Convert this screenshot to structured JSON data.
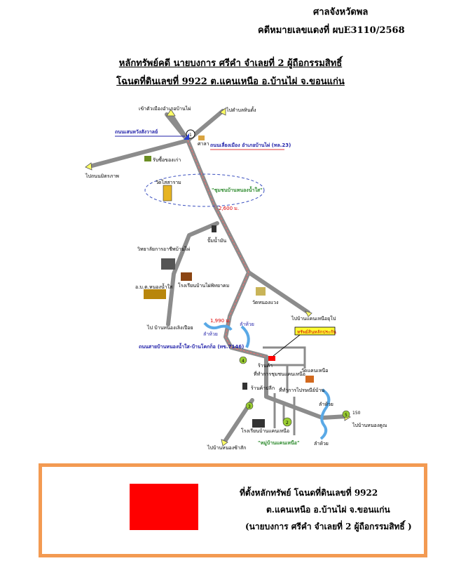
{
  "header": {
    "court": "ศาลจังหวัดพล",
    "case_number": "คดีหมายเลขแดงที่ ผบE3110/2568"
  },
  "title": {
    "line1": "หลักทรัพย์คดี นายบงการ  ศรีคำ จำเลยที่ 2 ผู้ถือกรรมสิทธิ์",
    "line2": "โฉนดที่ดินเลขที่ 9922 ต.แคนเหนือ  อ.บ้านไผ่  จ.ขอนแก่น"
  },
  "map": {
    "labels": {
      "to_city_banphai": "เข้าตัวเมืองอำเภอบ้านไผ่",
      "to_hin_tung": "ไปตำบลหินตั้ง",
      "road_satang": "ถนนเสนหวังสังวาลย์",
      "road_bypass": "ถนนเลี่ยงเมือง อำเภอบ้านไผ่ (ทล.23)",
      "sala": "ศาลา",
      "to_mittraphap": "ไปถนนมิตรภาพ",
      "buy_junk": "รับซื้อของเก่า",
      "wat": "วัดไสสาราม",
      "community_nongnamsai": "\"ชุมชนบ้านหนองน้ำใส\"",
      "distance_1": "2,600 ม.",
      "gas_station": "ปั๊มน้ำมัน",
      "college": "วิทยาลัยการอาชีพบ้านไผ่",
      "school_banphai": "โรงเรียนบ้านไผ่พิทยาคม",
      "sao_nongnamsai": "อ.บ.ต.หนองน้ำใส",
      "to_nong_lerng": "ไป บ้านหนองเลิงเปือย",
      "to_nam_phong": "ไปบ้านแคนเหนือยุโป",
      "temple_2": "วัดหนองแวง",
      "distance_2": "1,990 ม.",
      "stream_1": "ลำห้วย",
      "stream_2": "ลำห้วย",
      "property_callout": "ทรัพย์สินหลักประกัน",
      "road_khon": "ถนนสายบ้านหนองน้ำใส-บ้านโคกก็อ (ทข.7146)",
      "store": "ร้านค้า",
      "community_center": "ที่ทำการชุมชนแคนเหนือ",
      "wat_kaen_nuea": "วัดแคนเหนือ",
      "retail_store": "ร้านค้าปลีก",
      "post": "ที่ทำการไปรษณีย์บ้าน",
      "wat_lamhuay": "ลำห้วย",
      "school_kaen_nuea": "โรงเรียนบ้านแคนเหนือ",
      "to_nong_sakha": "ไปบ้านหนองซ้าสัก",
      "village_kaen_nuea": "\"หมู่บ้านแคนเหนือ\"",
      "to_nong_khum": "ไปบ้านหนองคูณ",
      "stream_3": "ลำห้วย",
      "marker_1": "1",
      "marker_2": "2",
      "marker_3": "3",
      "marker_4": "4",
      "marker_5": "5",
      "marker_150": "150"
    }
  },
  "legend": {
    "line1": "ที่ตั้งหลักทรัพย์ โฉนดที่ดินเลขที่ 9922",
    "line2": "ต.แคนเหนือ อ.บ้านไผ่ จ.ขอนแก่น",
    "line3": "(นายบงการ  ศรีคำ จำเลยที่ 2 ผู้ถือกรรมสิทธิ์ )"
  },
  "colors": {
    "road": "#8c8c8c",
    "arrow": "#ffff66",
    "property": "#ff0000",
    "legend_border": "#f39a52",
    "road_label_blue": "#2222aa",
    "community_green": "#2e8b2e"
  }
}
